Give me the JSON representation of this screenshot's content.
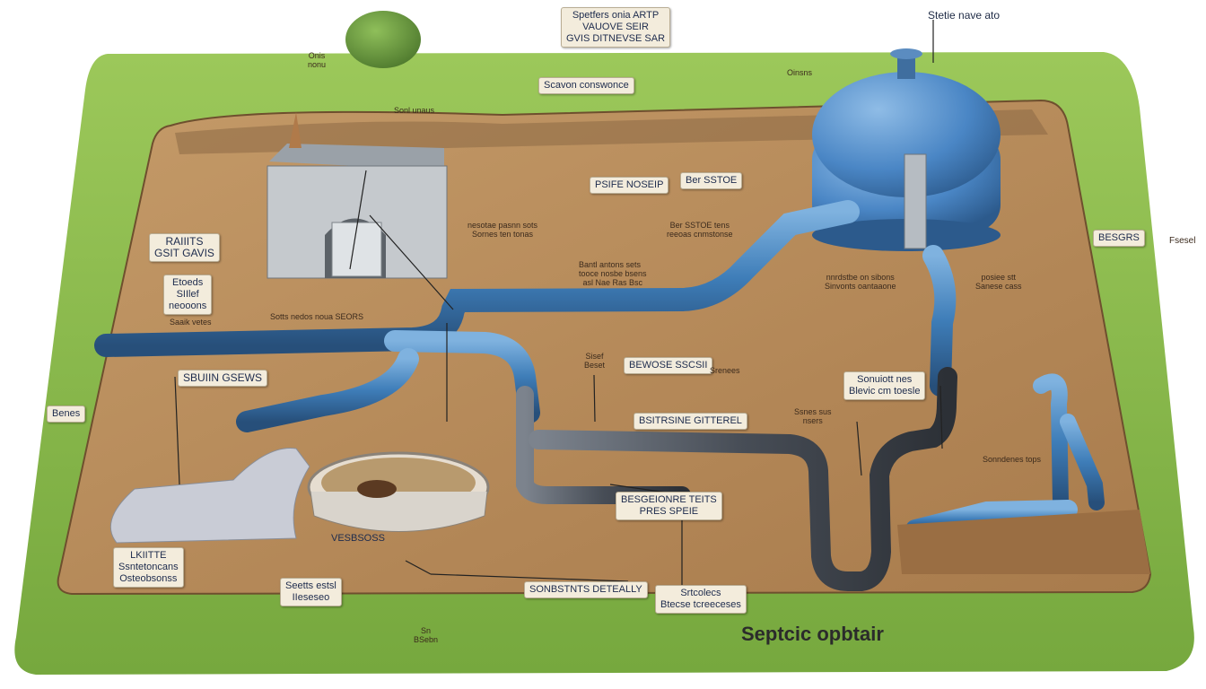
{
  "title": "Septcic opbtair",
  "colors": {
    "grass": "#86b84a",
    "soil": "#b58a5a",
    "pipe": "#3e7db8",
    "dark_pipe": "#4a5058",
    "tank": "#4a86c5"
  },
  "labels": {
    "top_title": "Stetie nave ato",
    "top_box": "Spetfers onia ARTP\nVAUOVE SEIR\nGVIS DITNEVSE SAR",
    "top_left_tag": "Onis\nnonu",
    "center_top": "Scavon conswonce",
    "under_center": "Sonl  unaus",
    "left_header": "RAIIITS\nGSIT GAVIS",
    "left_small": "Etoeds\nSIIlef\nneooons",
    "left_bottom": "Saaik vetes",
    "mid_left": "Sotts  nedos noua SEORS",
    "middle_a": "PSIFE NOSEIP",
    "middle_b": "Ber SSTOE",
    "mid_notes1": "nesotae pasnn sots\nSornes ten tonas",
    "mid_notes2": "Ber SSTOE tens\nreeoas cnmstonse",
    "mid_notes3": "Bantl  antons sets",
    "mid_notes4": "tooce nosbe bsens\nasl  Nae Ras Bsc",
    "right_tag": "BESGRS",
    "right_edge": "Fsesel",
    "right_notes": "nnrdstbe on sibons\nSinvonts oantaaone",
    "right_notes2": "posiee stt\nSanese cass",
    "pipe_tag": "SBUIIN GSEWS",
    "left_edge": "Benes",
    "mid_center_box": "BEWOSE SSCSII",
    "mid_center_small": "Srenees",
    "small_center": "Sisef\nBeset",
    "filter_box": "BSITRSINE GITTEREL",
    "right_mid_box": "Sonuiott nes\nBlevic cm toesle",
    "right_note_mid": "Ssnes sus\nnsers",
    "right_note_low": "Sonndenes tops",
    "bottom_box1": "BESGEIONRE TEITS\nPRES SPEIE",
    "tank_label": "VESBSOSS",
    "bottom_left_box": "LKIITTE\nSsntetoncans\nOsteobsonss",
    "bottom_mid_box": "Seetts estsl\nIIeseseo",
    "bottom_center_box": "SONBSTNTS DETEALLY",
    "bottom_right_box": "Srtcolecs\nBtecse tcreeceses",
    "bottom_tiny": "Sn\nBSebn",
    "tank_top_tag": "Oinsns"
  }
}
